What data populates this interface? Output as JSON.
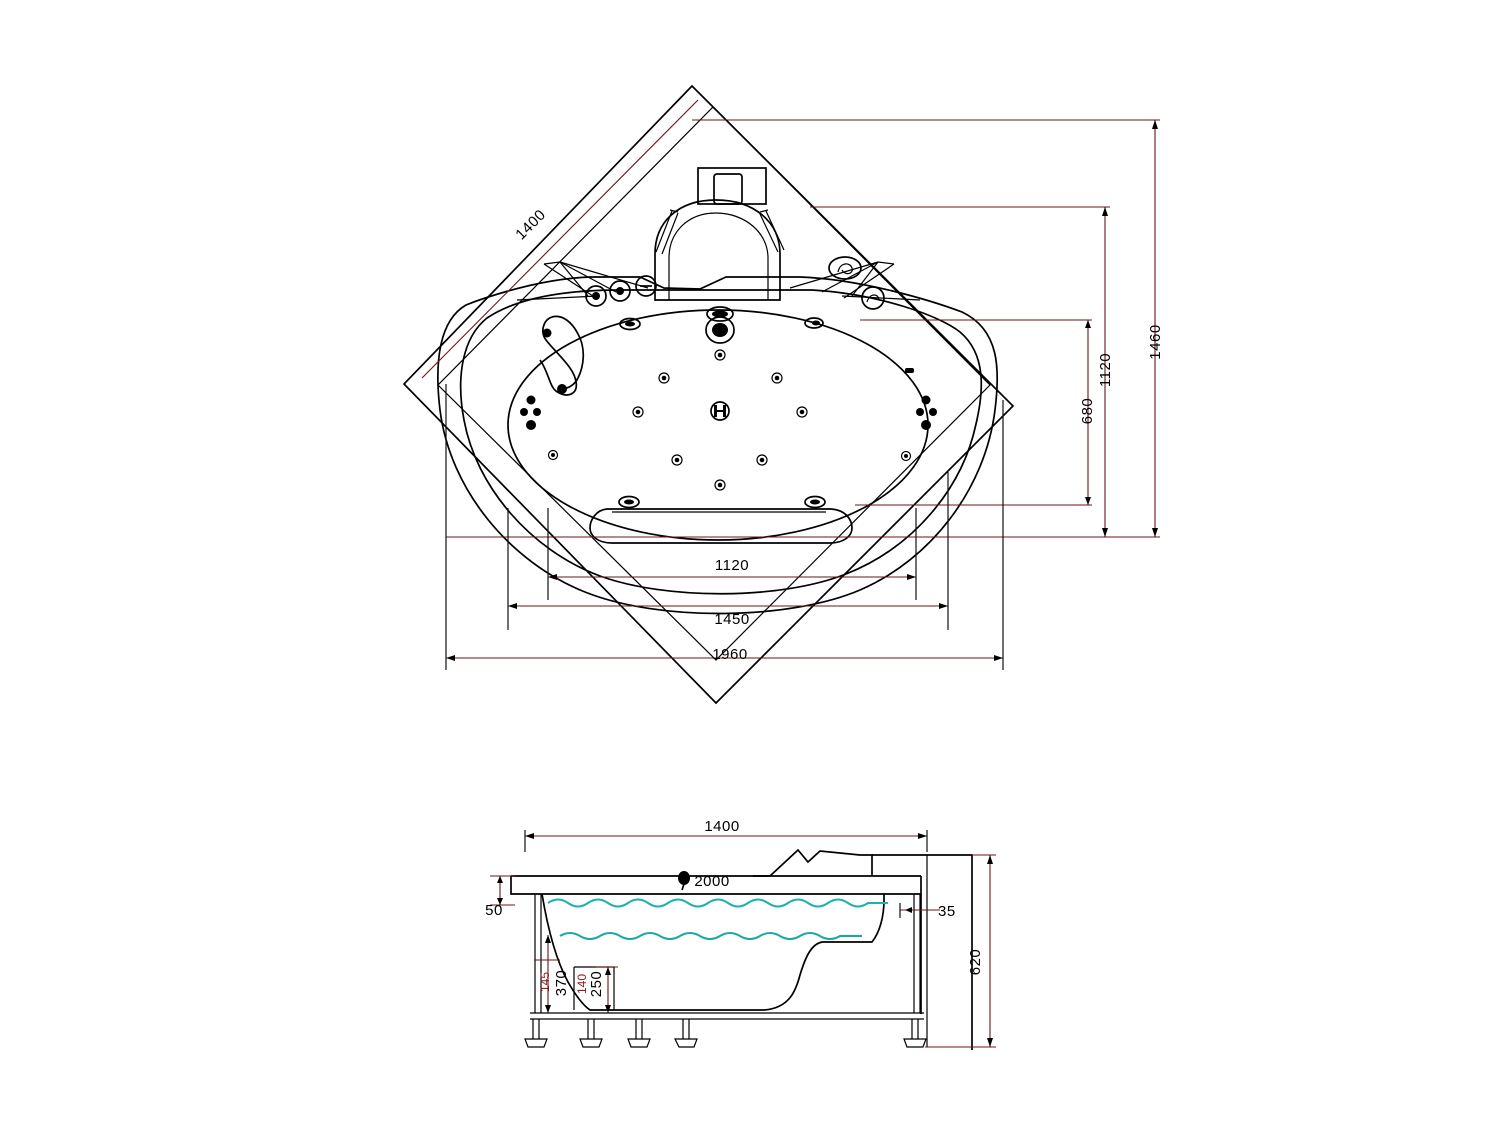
{
  "document": {
    "type": "technical-drawing",
    "subject": "corner whirlpool bathtub",
    "views": [
      "top plan view",
      "front elevation view"
    ],
    "units": "mm",
    "line_color": "#000000",
    "dimension_color": "#6b1515",
    "water_color": "#19b2ae"
  },
  "plan_view": {
    "name": "top-plan-view",
    "dimensions": {
      "diagonal_1400": "1400",
      "vertical_680": "680",
      "vertical_1120": "1120",
      "vertical_1460": "1460",
      "horizontal_1120": "1120",
      "horizontal_1450": "1450",
      "horizontal_1960": "1960"
    },
    "features": [
      "corner-apron",
      "oval-basin",
      "headrest",
      "control-panel",
      "air-jets",
      "hand-shower",
      "drain",
      "overflow",
      "seat-ledge"
    ]
  },
  "elevation_view": {
    "name": "front-elevation-view",
    "dimensions": {
      "width_1400": "1400",
      "rim_50": "50",
      "wall_35": "35",
      "height_620": "620",
      "inner_370": "370",
      "inner_250": "250",
      "red_145": "145",
      "red_140": "140"
    },
    "features": [
      "tub-rim",
      "water-line",
      "sloped-backrest",
      "support-frame",
      "adjustable-feet",
      "side-panel"
    ]
  },
  "annotations": {
    "overlay_text": "2000"
  }
}
